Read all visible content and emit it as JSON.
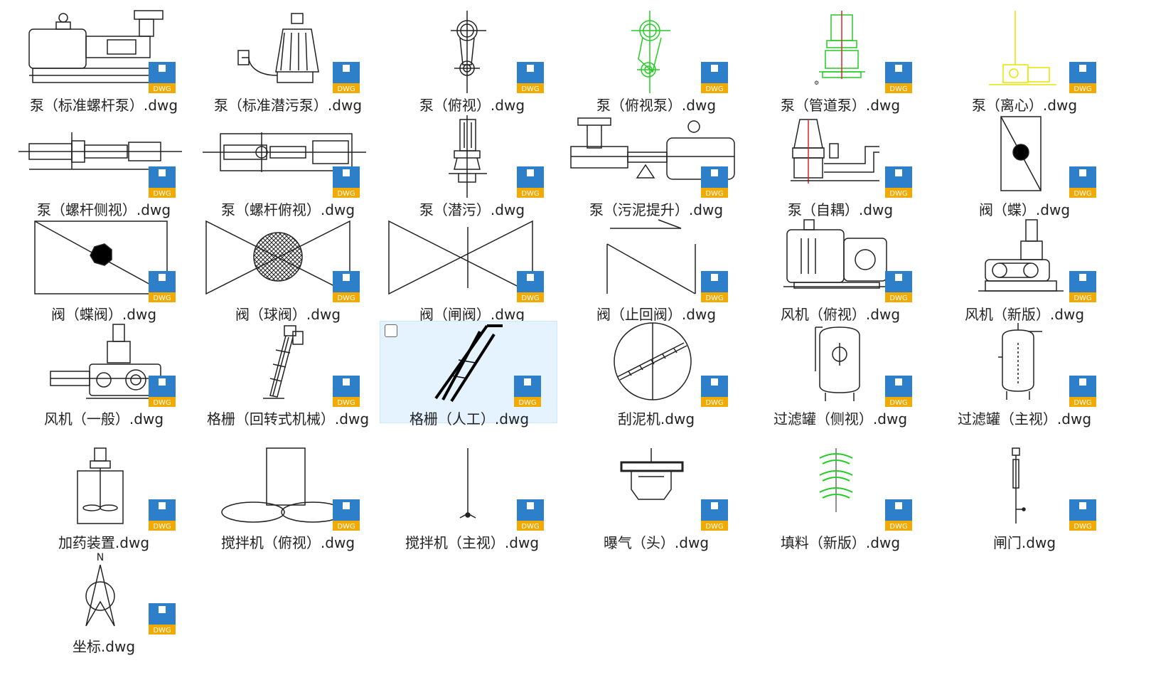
{
  "files": [
    {
      "name": "泵（标准螺杆泵）.dwg",
      "icon": "pump-screw-icon"
    },
    {
      "name": "泵（标准潜污泵）.dwg",
      "icon": "pump-submersible-icon"
    },
    {
      "name": "泵（俯视）.dwg",
      "icon": "pump-top-icon"
    },
    {
      "name": "泵（俯视泵）.dwg",
      "icon": "pump-top-green-icon"
    },
    {
      "name": "泵（管道泵）.dwg",
      "icon": "pump-pipeline-icon"
    },
    {
      "name": "泵（离心）.dwg",
      "icon": "pump-centrifugal-icon"
    },
    {
      "name": "泵（螺杆侧视）.dwg",
      "icon": "pump-screw-side-icon"
    },
    {
      "name": "泵（螺杆俯视）.dwg",
      "icon": "pump-screw-top-icon"
    },
    {
      "name": "泵（潜污）.dwg",
      "icon": "pump-sewage-icon"
    },
    {
      "name": "泵（污泥提升）.dwg",
      "icon": "pump-sludge-icon"
    },
    {
      "name": "泵（自耦）.dwg",
      "icon": "pump-autocoupling-icon"
    },
    {
      "name": "阀（蝶）.dwg",
      "icon": "valve-butterfly-small-icon"
    },
    {
      "name": "阀（蝶阀）.dwg",
      "icon": "valve-butterfly-icon"
    },
    {
      "name": "阀（球阀）.dwg",
      "icon": "valve-ball-icon"
    },
    {
      "name": "阀（闸阀）.dwg",
      "icon": "valve-gate-icon"
    },
    {
      "name": "阀（止回阀）.dwg",
      "icon": "valve-check-icon"
    },
    {
      "name": "风机（俯视）.dwg",
      "icon": "blower-top-icon"
    },
    {
      "name": "风机（新版）.dwg",
      "icon": "blower-new-icon"
    },
    {
      "name": "风机（一般）.dwg",
      "icon": "blower-general-icon"
    },
    {
      "name": "格栅（回转式机械）.dwg",
      "icon": "screen-rotary-icon"
    },
    {
      "name": "格栅（人工）.dwg",
      "icon": "screen-manual-icon"
    },
    {
      "name": "刮泥机.dwg",
      "icon": "scraper-icon"
    },
    {
      "name": "过滤罐（侧视）.dwg",
      "icon": "filter-tank-side-icon"
    },
    {
      "name": "过滤罐（主视）.dwg",
      "icon": "filter-tank-front-icon"
    },
    {
      "name": "加药装置.dwg",
      "icon": "dosing-unit-icon"
    },
    {
      "name": "搅拌机（俯视）.dwg",
      "icon": "mixer-top-icon"
    },
    {
      "name": "搅拌机（主视）.dwg",
      "icon": "mixer-front-icon"
    },
    {
      "name": "曝气（头）.dwg",
      "icon": "aerator-head-icon"
    },
    {
      "name": "填料（新版）.dwg",
      "icon": "packing-media-icon"
    },
    {
      "name": "闸门.dwg",
      "icon": "sluice-gate-icon"
    },
    {
      "name": "坐标.dwg",
      "icon": "north-arrow-icon"
    }
  ],
  "badge_text": "DWG",
  "selected_index": 20,
  "colors": {
    "selection_bg": "#e5f3ff",
    "selection_border": "#cce8ff",
    "dwg_blue": "#2e7fc9",
    "dwg_orange": "#f2a900",
    "cad_green": "#22cc22",
    "cad_yellow": "#e6e600"
  }
}
